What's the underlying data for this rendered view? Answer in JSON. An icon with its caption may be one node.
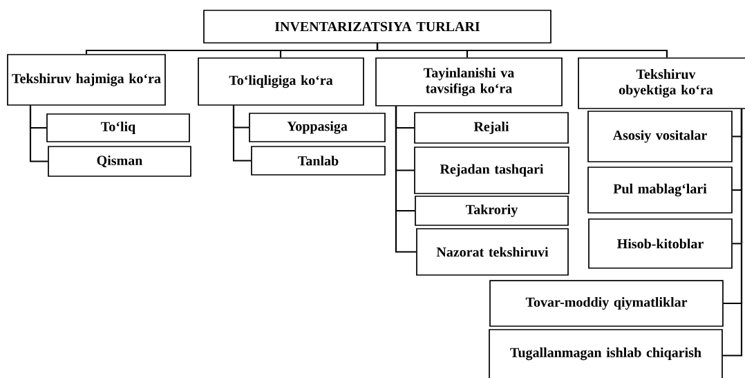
{
  "diagram": {
    "nodes": [
      {
        "text": [
          "INVENTARIZATSIYA TURLARI"
        ]
      },
      {
        "text": [
          "Tekshiruv hajmiga ko‘ra"
        ]
      },
      {
        "text": [
          "To‘liqligiga ko‘ra"
        ]
      },
      {
        "text": [
          "Tayinlanishi va tavsifiga ko‘ra"
        ]
      },
      {
        "text": [
          "Tekshiruv obyektiga ko‘ra"
        ]
      },
      {
        "text": [
          "To‘liq"
        ]
      },
      {
        "text": [
          "Qisman"
        ]
      },
      {
        "text": [
          "Yoppasiga"
        ]
      },
      {
        "text": [
          "Tanlab"
        ]
      },
      {
        "text": [
          "Rejali"
        ]
      },
      {
        "text": [
          "Rejadan tashqari"
        ]
      },
      {
        "text": [
          "Takroriy"
        ]
      },
      {
        "text": [
          "Nazorat tekshiruvi"
        ]
      },
      {
        "text": [
          "Asosiy vositalar"
        ]
      },
      {
        "text": [
          "Pul mablag‘lari"
        ]
      },
      {
        "text": [
          "Hisob-kitoblar"
        ]
      },
      {
        "text": [
          "Tovar-moddiy qiymatliklar"
        ]
      },
      {
        "text": [
          "Tugallanmagan ishlab chiqarish"
        ]
      }
    ],
    "edges": [
      {
        "from": 0,
        "to": 1,
        "arrow": "none"
      },
      {
        "from": 0,
        "to": 2,
        "arrow": "none"
      },
      {
        "from": 0,
        "to": 3,
        "arrow": "none"
      },
      {
        "from": 0,
        "to": 4,
        "arrow": "none"
      },
      {
        "from": 1,
        "to": 5,
        "arrow": "none"
      },
      {
        "from": 1,
        "to": 6,
        "arrow": "none"
      },
      {
        "from": 2,
        "to": 7,
        "arrow": "none"
      },
      {
        "from": 2,
        "to": 8,
        "arrow": "none"
      },
      {
        "from": 3,
        "to": 9,
        "arrow": "none"
      },
      {
        "from": 3,
        "to": 10,
        "arrow": "none"
      },
      {
        "from": 3,
        "to": 11,
        "arrow": "none"
      },
      {
        "from": 3,
        "to": 12,
        "arrow": "none"
      },
      {
        "from": 4,
        "to": 13,
        "arrow": "none"
      },
      {
        "from": 4,
        "to": 14,
        "arrow": "none"
      },
      {
        "from": 4,
        "to": 15,
        "arrow": "none"
      },
      {
        "from": 4,
        "to": 16,
        "arrow": "none"
      },
      {
        "from": 4,
        "to": 17,
        "arrow": "none"
      }
    ]
  }
}
